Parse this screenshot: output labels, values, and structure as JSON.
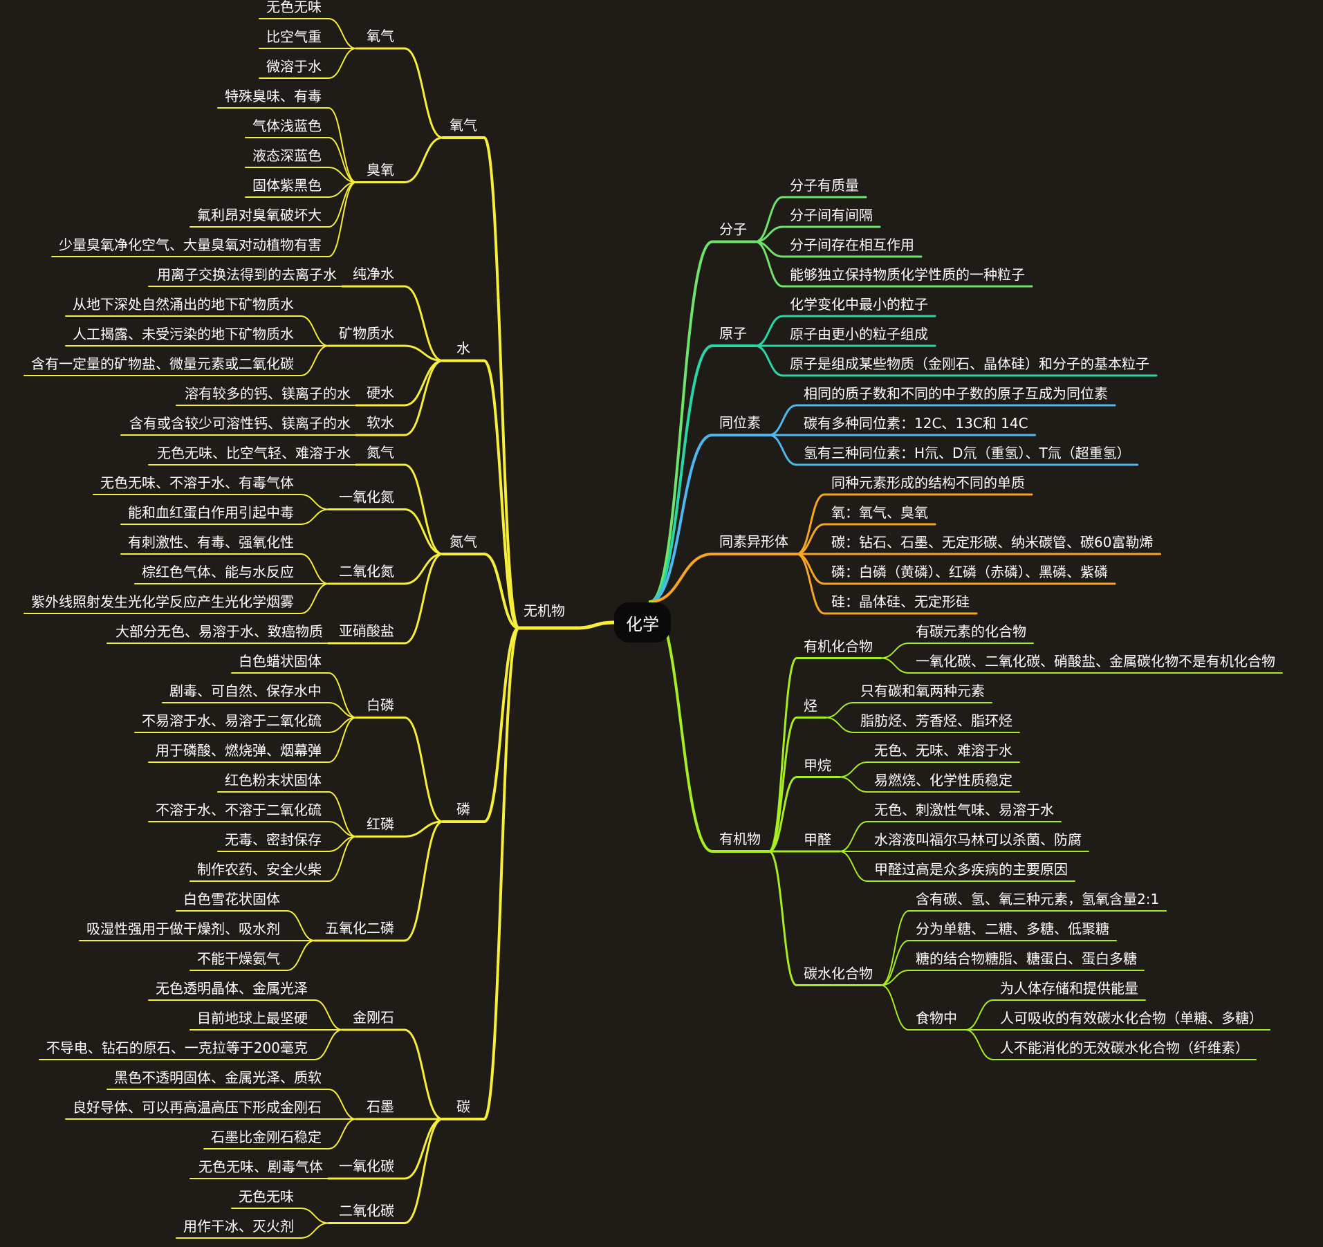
{
  "root": "化学",
  "colors": {
    "background": "#1f1b17",
    "inorganic": "#f6ee3a",
    "molecule": "#6fe36a",
    "atom": "#2ad6a6",
    "isotope": "#4fb6ee",
    "allotrope": "#f6a623",
    "organic": "#a6ee22"
  },
  "left": {
    "label": "无机物",
    "children": [
      {
        "label": "氧气",
        "children": [
          {
            "label": "氧气",
            "children": [
              "无色无味",
              "比空气重",
              "微溶于水"
            ]
          },
          {
            "label": "臭氧",
            "children": [
              "特殊臭味、有毒",
              "气体浅蓝色",
              "液态深蓝色",
              "固体紫黑色",
              "氟利昂对臭氧破坏大",
              "少量臭氧净化空气、大量臭氧对动植物有害"
            ]
          }
        ]
      },
      {
        "label": "水",
        "children": [
          {
            "label": "纯净水",
            "children": [
              "用离子交换法得到的去离子水"
            ]
          },
          {
            "label": "矿物质水",
            "children": [
              "从地下深处自然涌出的地下矿物质水",
              "人工揭露、未受污染的地下矿物质水",
              "含有一定量的矿物盐、微量元素或二氧化碳"
            ]
          },
          {
            "label": "硬水",
            "children": [
              "溶有较多的钙、镁离子的水"
            ]
          },
          {
            "label": "软水",
            "children": [
              "含有或含较少可溶性钙、镁离子的水"
            ]
          }
        ]
      },
      {
        "label": "氮气",
        "children": [
          {
            "label": "氮气",
            "children": [
              "无色无味、比空气轻、难溶于水"
            ]
          },
          {
            "label": "一氧化氮",
            "children": [
              "无色无味、不溶于水、有毒气体",
              "能和血红蛋白作用引起中毒"
            ]
          },
          {
            "label": "二氧化氮",
            "children": [
              "有刺激性、有毒、强氧化性",
              "棕红色气体、能与水反应",
              "紫外线照射发生光化学反应产生光化学烟雾"
            ]
          },
          {
            "label": "亚硝酸盐",
            "children": [
              "大部分无色、易溶于水、致癌物质"
            ]
          }
        ]
      },
      {
        "label": "磷",
        "children": [
          {
            "label": "白磷",
            "children": [
              "白色蜡状固体",
              "剧毒、可自然、保存水中",
              "不易溶于水、易溶于二氧化硫",
              "用于磷酸、燃烧弹、烟幕弹"
            ]
          },
          {
            "label": "红磷",
            "children": [
              "红色粉末状固体",
              "不溶于水、不溶于二氧化硫",
              "无毒、密封保存",
              "制作农药、安全火柴"
            ]
          },
          {
            "label": "五氧化二磷",
            "children": [
              "白色雪花状固体",
              "吸湿性强用于做干燥剂、吸水剂",
              "不能干燥氨气"
            ]
          }
        ]
      },
      {
        "label": "碳",
        "children": [
          {
            "label": "金刚石",
            "children": [
              "无色透明晶体、金属光泽",
              "目前地球上最坚硬",
              "不导电、钻石的原石、一克拉等于200毫克"
            ]
          },
          {
            "label": "石墨",
            "children": [
              "黑色不透明固体、金属光泽、质软",
              "良好导体、可以再高温高压下形成金刚石",
              "石墨比金刚石稳定"
            ]
          },
          {
            "label": "一氧化碳",
            "children": [
              "无色无味、剧毒气体"
            ]
          },
          {
            "label": "二氧化碳",
            "children": [
              "无色无味",
              "用作干冰、灭火剂"
            ]
          }
        ]
      }
    ]
  },
  "right": [
    {
      "label": "分子",
      "color": "molecule",
      "children": [
        "分子有质量",
        "分子间有间隔",
        "分子间存在相互作用",
        "能够独立保持物质化学性质的一种粒子"
      ]
    },
    {
      "label": "原子",
      "color": "atom",
      "children": [
        "化学变化中最小的粒子",
        "原子由更小的粒子组成",
        "原子是组成某些物质（金刚石、晶体硅）和分子的基本粒子"
      ]
    },
    {
      "label": "同位素",
      "color": "isotope",
      "children": [
        "相同的质子数和不同的中子数的原子互成为同位素",
        "碳有多种同位素：12C、13C和 14C",
        "氢有三种同位素：H氘、D氘（重氢）、T氚（超重氢）"
      ]
    },
    {
      "label": "同素异形体",
      "color": "allotrope",
      "children": [
        "同种元素形成的结构不同的单质",
        "氧：氧气、臭氧",
        "碳：钻石、石墨、无定形碳、纳米碳管、碳60富勒烯",
        "磷：白磷（黄磷）、红磷（赤磷）、黑磷、紫磷",
        "硅：晶体硅、无定形硅"
      ]
    },
    {
      "label": "有机物",
      "color": "organic",
      "children": [
        {
          "label": "有机化合物",
          "children": [
            "有碳元素的化合物",
            "一氧化碳、二氧化碳、硝酸盐、金属碳化物不是有机化合物"
          ]
        },
        {
          "label": "烃",
          "children": [
            "只有碳和氧两种元素",
            "脂肪烃、芳香烃、脂环烃"
          ]
        },
        {
          "label": "甲烷",
          "children": [
            "无色、无味、难溶于水",
            "易燃烧、化学性质稳定"
          ]
        },
        {
          "label": "甲醛",
          "children": [
            "无色、刺激性气味、易溶于水",
            "水溶液叫福尔马林可以杀菌、防腐",
            "甲醛过高是众多疾病的主要原因"
          ]
        },
        {
          "label": "碳水化合物",
          "children": [
            "含有碳、氢、氧三种元素，氢氧含量2:1",
            "分为单糖、二糖、多糖、低聚糖",
            "糖的结合物糖脂、糖蛋白、蛋白多糖",
            {
              "label": "食物中",
              "children": [
                "为人体存储和提供能量",
                "人可吸收的有效碳水化合物（单糖、多糖）",
                "人不能消化的无效碳水化合物（纤维素）"
              ]
            }
          ]
        }
      ]
    }
  ]
}
